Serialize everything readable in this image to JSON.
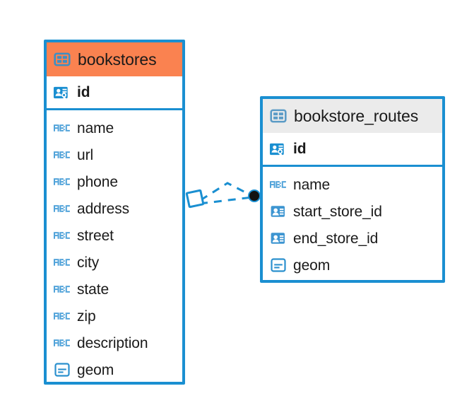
{
  "diagram": {
    "type": "entity-relationship-diagram",
    "background": "#ffffff",
    "accent_color": "#1a8fd1",
    "highlight_color": "#fa8250",
    "muted_header_color": "#ebebeb"
  },
  "entities": [
    {
      "name": "bookstores",
      "title": "bookstores",
      "header_style": "accent-orange",
      "table_icon": "table-icon",
      "primary_key": {
        "label": "id",
        "icon": "primary-key-icon"
      },
      "fields": [
        {
          "label": "name",
          "icon": "abc-text-icon"
        },
        {
          "label": "url",
          "icon": "abc-text-icon"
        },
        {
          "label": "phone",
          "icon": "abc-text-icon"
        },
        {
          "label": "address",
          "icon": "abc-text-icon"
        },
        {
          "label": "street",
          "icon": "abc-text-icon"
        },
        {
          "label": "city",
          "icon": "abc-text-icon"
        },
        {
          "label": "state",
          "icon": "abc-text-icon"
        },
        {
          "label": "zip",
          "icon": "abc-text-icon"
        },
        {
          "label": "description",
          "icon": "abc-text-icon"
        },
        {
          "label": "geom",
          "icon": "geometry-icon"
        }
      ]
    },
    {
      "name": "bookstore_routes",
      "title": "bookstore_routes",
      "header_style": "accent-gray",
      "table_icon": "table-icon",
      "primary_key": {
        "label": "id",
        "icon": "primary-key-icon"
      },
      "fields": [
        {
          "label": "name",
          "icon": "abc-text-icon"
        },
        {
          "label": "start_store_id",
          "icon": "foreign-key-icon"
        },
        {
          "label": "end_store_id",
          "icon": "foreign-key-icon"
        },
        {
          "label": "geom",
          "icon": "geometry-icon"
        }
      ]
    }
  ],
  "relationships": [
    {
      "name": "bookstores-to-bookstore-routes",
      "from_entity": "bookstores",
      "to_entity": "bookstore_routes",
      "line_style": "dashed",
      "color": "#1a8fd1",
      "source_marker": "diamond-outline",
      "target_marker": "filled-circle",
      "branch_count": 2
    }
  ]
}
